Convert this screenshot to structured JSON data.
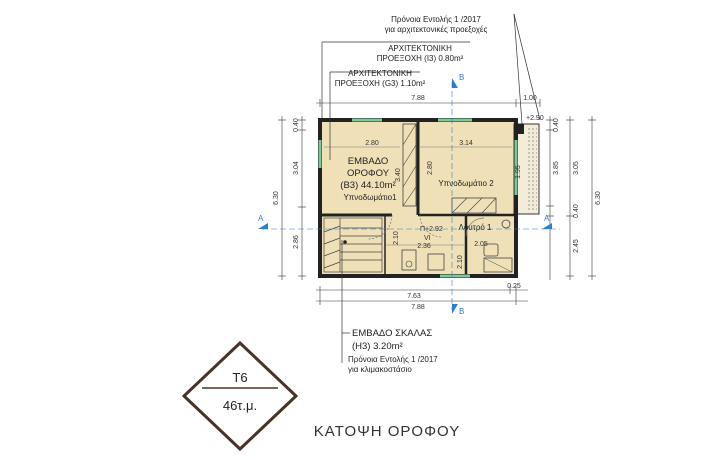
{
  "annotations": {
    "note_top_line1": "Πρόνοια Εντολής 1 /2017",
    "note_top_line2": "για αρχιτεκτονικές προεξοχές",
    "arch_i3_line1": "ΑΡΧΙΤΕΚΤΟΝΙΚΗ",
    "arch_i3_line2": "ΠΡΟΕΞΟΧΗ  (Ι3) 0.80m²",
    "arch_g3_line1": "ΑΡΧΙΤΕΚΤΟΝΙΚΗ",
    "arch_g3_line2": "ΠΡΟΕΞΟΧΗ  (G3) 1.10m²",
    "stair_area_line1": "ΕΜΒΑΔΟ ΣΚΑΛΑΣ",
    "stair_area_line2": "(Η3)  3.20m²",
    "note_bottom_line1": "Πρόνοια Εντολής 1 /2017",
    "note_bottom_line2": "για κλιμακοστάσιο"
  },
  "rooms": {
    "floor_area_line1": "ΕΜΒΑΔΟ",
    "floor_area_line2": "ΟΡΟΦΟΥ",
    "floor_area_line3": "(Β3) 44.10m²",
    "bedroom1": "Υπνοδωμάτιο1",
    "bedroom2": "Υπνοδωμάτιο 2",
    "bathroom": "Λουτρό 1",
    "level_mark": "Π+2.92",
    "level_sub": "VI",
    "balcony_mark": "+2.90"
  },
  "dimensions": {
    "top_total": "7.88",
    "top_right": "1.00",
    "bottom_inner": "7.63",
    "bottom_right": "0.25",
    "bottom_total": "7.88",
    "room1_width": "2.80",
    "room2_width": "3.14",
    "room2_depth": "2.80",
    "room1_depth": "3.40",
    "stair_width": "2.36",
    "bath_width": "2.05",
    "stair_depth": "2.10",
    "bath_depth": "2.10",
    "left_top": "0.40",
    "left_mid": "3.04",
    "left_total": "6.30",
    "left_bottom": "2.86",
    "right_top": "0.40",
    "right_mid_a": "3.85",
    "right_mid_b": "3.05",
    "right_low": "0.40",
    "right_total": "6.30",
    "right_bottom": "2.45",
    "balcony_inner": "1.95"
  },
  "sections": {
    "a_left": "A",
    "a_right": "A",
    "b_top": "B",
    "b_bottom": "B"
  },
  "badge": {
    "code": "T6",
    "area": "46τ.μ."
  },
  "drawing_title": "ΚΑΤΟΨΗ ΟΡΟΦΟΥ",
  "colors": {
    "floor_fill": "#efe0b8",
    "wall": "#222222",
    "window": "#7ec99a",
    "section_marker": "#2f7fc8",
    "badge_border": "#4a3228"
  }
}
